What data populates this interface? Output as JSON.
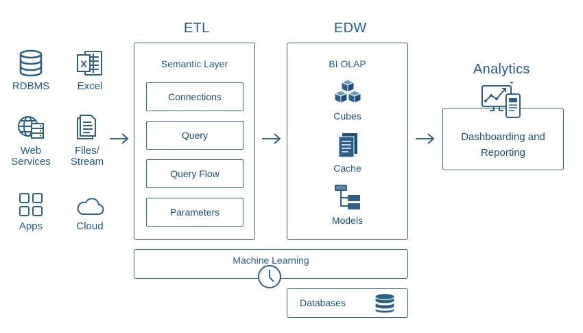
{
  "sources": [
    {
      "label": "RDBMS",
      "icon": "database-icon"
    },
    {
      "label": "Excel",
      "icon": "excel-icon"
    },
    {
      "label": "Web\nServices",
      "icon": "globe-server-icon"
    },
    {
      "label": "Files/\nStream",
      "icon": "files-icon"
    },
    {
      "label": "Apps",
      "icon": "apps-grid-icon"
    },
    {
      "label": "Cloud",
      "icon": "cloud-icon"
    }
  ],
  "etl": {
    "heading": "ETL",
    "title": "Semantic Layer",
    "items": [
      "Connections",
      "Query",
      "Query Flow",
      "Parameters"
    ]
  },
  "edw": {
    "heading": "EDW",
    "title": "BI OLAP",
    "items": [
      {
        "label": "Cubes",
        "icon": "cubes-icon"
      },
      {
        "label": "Cache",
        "icon": "documents-icon"
      },
      {
        "label": "Models",
        "icon": "model-hierarchy-icon"
      }
    ]
  },
  "analytics": {
    "heading": "Analytics",
    "box_label": "Dashboarding and Reporting",
    "icon": "analytics-devices-icon"
  },
  "machine_learning": {
    "label": "Machine Learning",
    "icon": "clock-icon"
  },
  "databases": {
    "label": "Databases",
    "icon": "database-stack-icon"
  },
  "colors": {
    "primary": "#2c5f8a",
    "text": "#1d5b8c"
  }
}
